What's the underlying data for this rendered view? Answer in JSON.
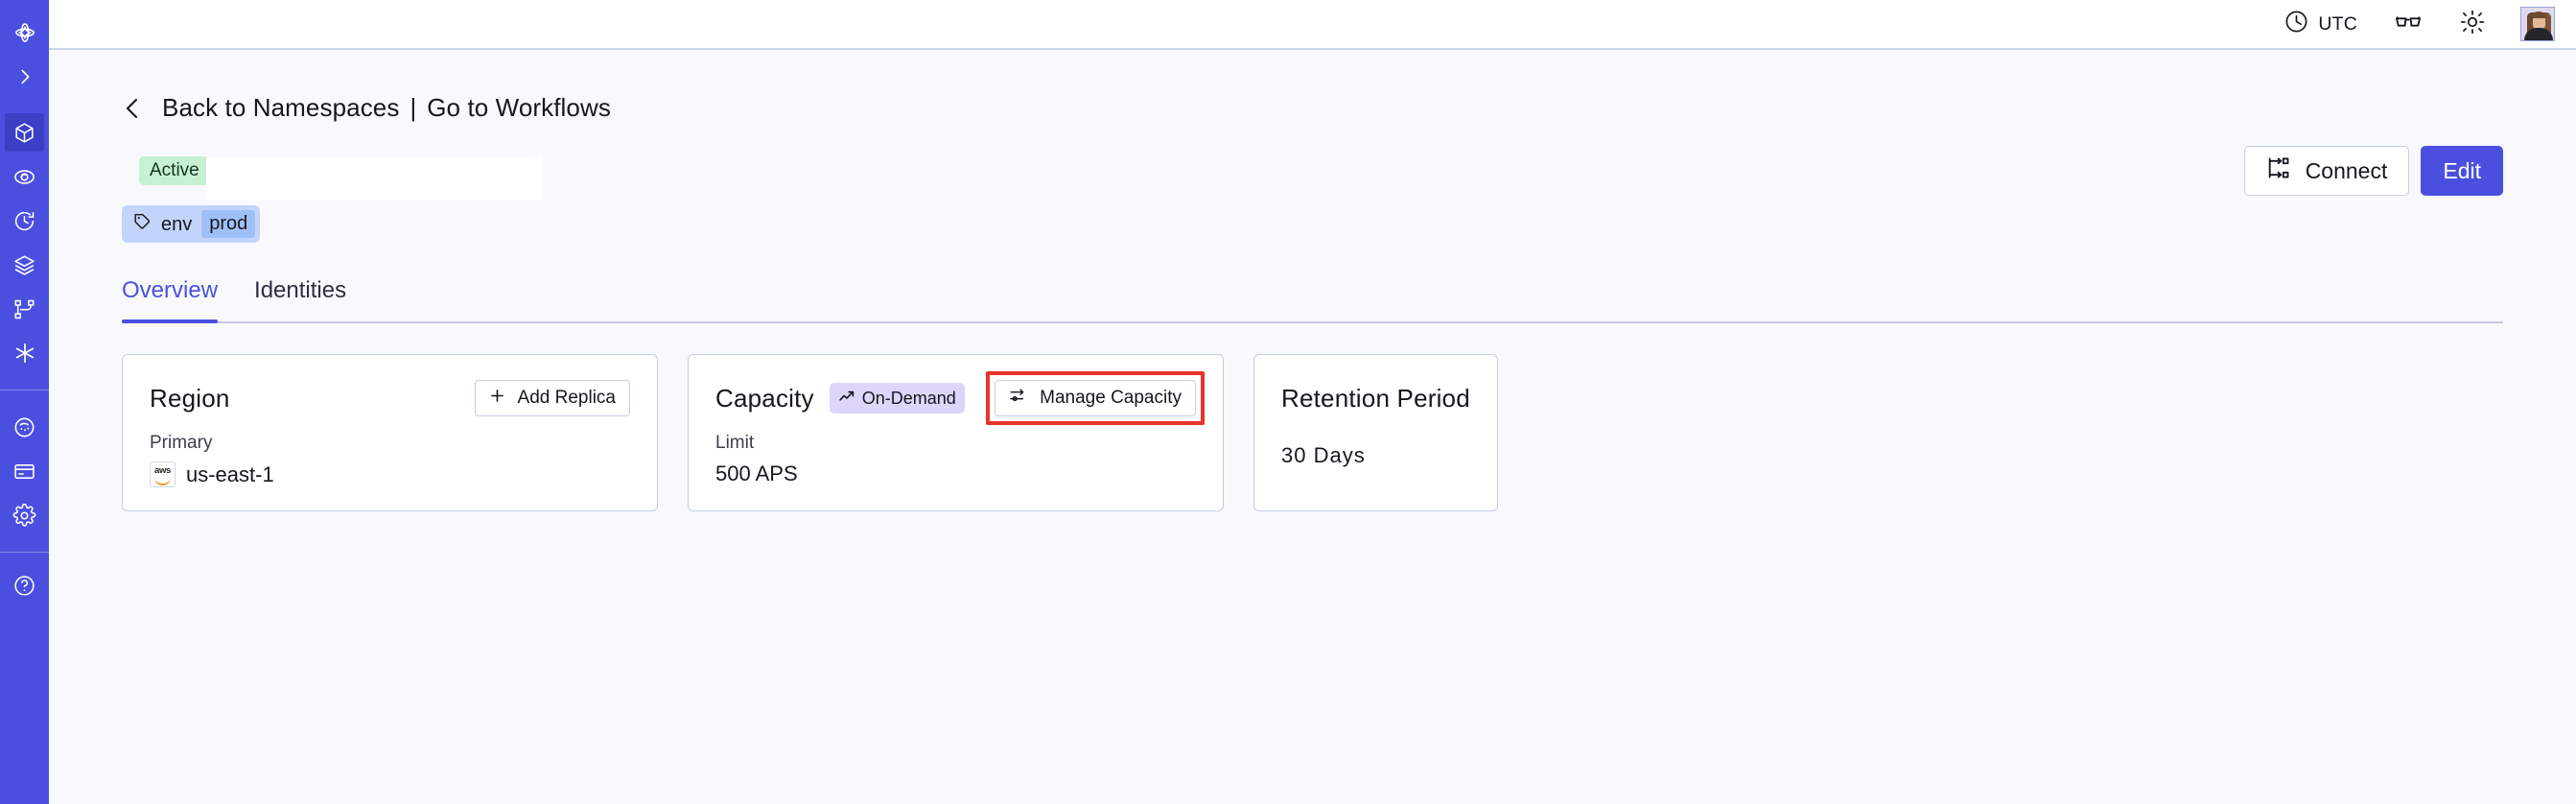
{
  "sidebar": {
    "items": [
      {
        "name": "logo-icon",
        "label": "Temporal Logo"
      },
      {
        "name": "expand-icon",
        "label": "Expand Navigation"
      },
      {
        "name": "namespaces-icon",
        "label": "Namespaces"
      },
      {
        "name": "observability-icon",
        "label": "Observability"
      },
      {
        "name": "history-icon",
        "label": "History"
      },
      {
        "name": "layers-icon",
        "label": "Layers"
      },
      {
        "name": "workflows-icon",
        "label": "Workflows"
      },
      {
        "name": "integrations-icon",
        "label": "Integrations"
      },
      {
        "name": "usage-icon",
        "label": "Usage"
      },
      {
        "name": "billing-icon",
        "label": "Billing"
      },
      {
        "name": "settings-icon",
        "label": "Settings"
      },
      {
        "name": "help-icon",
        "label": "Help"
      }
    ],
    "active_index": 2,
    "bg_color": "#4b4fe0",
    "active_color": "#3b3fc4"
  },
  "topbar": {
    "timezone": "UTC",
    "clock_icon": "clock-icon",
    "glasses_icon": "glasses-icon",
    "theme_icon": "sun-icon",
    "avatar": "user-avatar"
  },
  "breadcrumb": {
    "back_chevron": "chevron-left-icon",
    "back_label": "Back to Namespaces",
    "separator": "|",
    "forward_label": "Go to Workflows"
  },
  "header": {
    "namespace_title": "",
    "status": "Active",
    "status_color": "#c8f0d2",
    "tag": {
      "icon": "tag-icon",
      "key": "env",
      "value": "prod"
    },
    "connect_label": "Connect",
    "connect_icon": "connect-icon",
    "edit_label": "Edit",
    "edit_color": "#4b4fe0"
  },
  "tabs": [
    {
      "label": "Overview",
      "active": true
    },
    {
      "label": "Identities",
      "active": false
    }
  ],
  "cards": {
    "region": {
      "title": "Region",
      "action_label": "Add Replica",
      "action_icon": "plus-icon",
      "sub_label": "Primary",
      "provider_icon": "aws-logo-icon",
      "provider_text": "aws",
      "value": "us-east-1"
    },
    "capacity": {
      "title": "Capacity",
      "badge_label": "On-Demand",
      "badge_icon": "trending-up-icon",
      "badge_color": "#ddd6fa",
      "action_label": "Manage Capacity",
      "action_icon": "sliders-icon",
      "highlighted": true,
      "highlight_color": "#e8342a",
      "sub_label": "Limit",
      "value": "500 APS"
    },
    "retention": {
      "title": "Retention Period",
      "value": "30  Days"
    }
  }
}
